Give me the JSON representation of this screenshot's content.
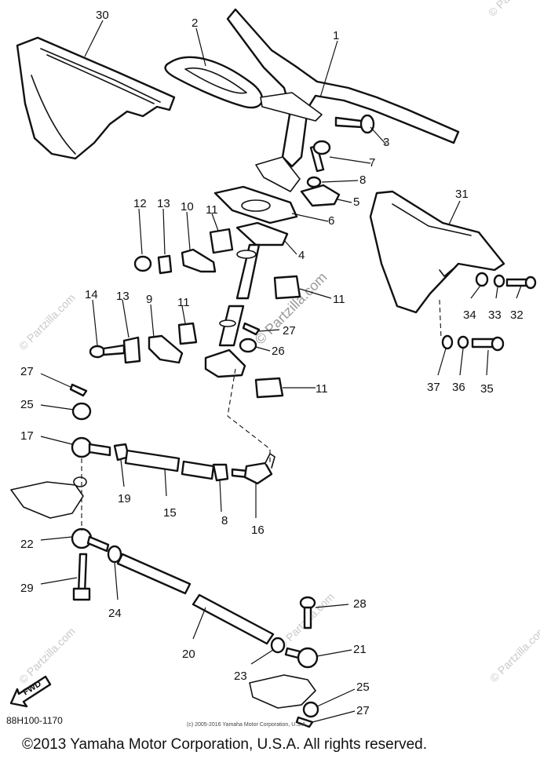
{
  "diagram": {
    "drawing_number": "88H100-1170",
    "inner_copyright": "(c) 2005-2016 Yamaha Motor Corporation, U.S.A.",
    "copyright": "©2013 Yamaha Motor Corporation, U.S.A. All rights reserved.",
    "watermark": "© Partzilla.com",
    "fwd_label": "FWD",
    "callouts": [
      "30",
      "2",
      "1",
      "3",
      "7",
      "8",
      "5",
      "6",
      "31",
      "12",
      "13",
      "10",
      "11",
      "4",
      "14",
      "13",
      "9",
      "11",
      "11",
      "27",
      "26",
      "34",
      "33",
      "32",
      "27",
      "25",
      "17",
      "11",
      "37",
      "36",
      "35",
      "19",
      "15",
      "8",
      "16",
      "22",
      "29",
      "24",
      "28",
      "20",
      "21",
      "23",
      "25",
      "27"
    ]
  }
}
